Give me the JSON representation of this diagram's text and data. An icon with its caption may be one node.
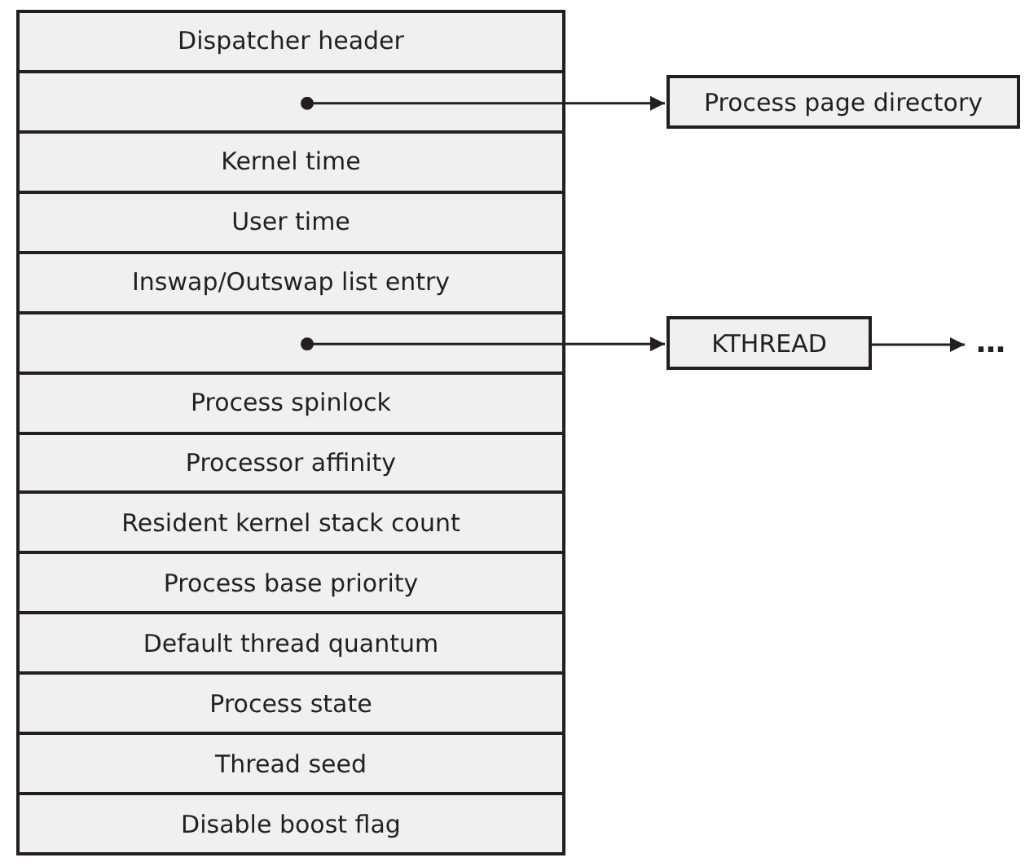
{
  "diagram": {
    "nodes": [
      {
        "text": [
          "Dispatcher header"
        ]
      },
      {
        "text": [],
        "shape": "box"
      },
      {
        "text": [
          "Kernel time"
        ]
      },
      {
        "text": [
          "User time"
        ]
      },
      {
        "text": [
          "Inswap/Outswap list entry"
        ]
      },
      {
        "text": [],
        "shape": "box"
      },
      {
        "text": [
          "Process spinlock"
        ]
      },
      {
        "text": [
          "Processor affinity"
        ]
      },
      {
        "text": [
          "Resident kernel stack count"
        ]
      },
      {
        "text": [
          "Process base priority"
        ]
      },
      {
        "text": [
          "Default thread quantum"
        ]
      },
      {
        "text": [
          "Process state"
        ]
      },
      {
        "text": [
          "Thread seed"
        ]
      },
      {
        "text": [
          "Disable boost flag"
        ]
      },
      {
        "text": [
          "Process page directory"
        ]
      },
      {
        "text": [
          "KTHREAD"
        ]
      },
      {
        "text": [
          "…"
        ]
      }
    ],
    "edges": [
      {
        "from": 1,
        "to": 14,
        "arrow": "to"
      },
      {
        "from": 5,
        "to": 15,
        "arrow": "to"
      },
      {
        "from": 15,
        "to": 16,
        "arrow": "to"
      }
    ]
  }
}
